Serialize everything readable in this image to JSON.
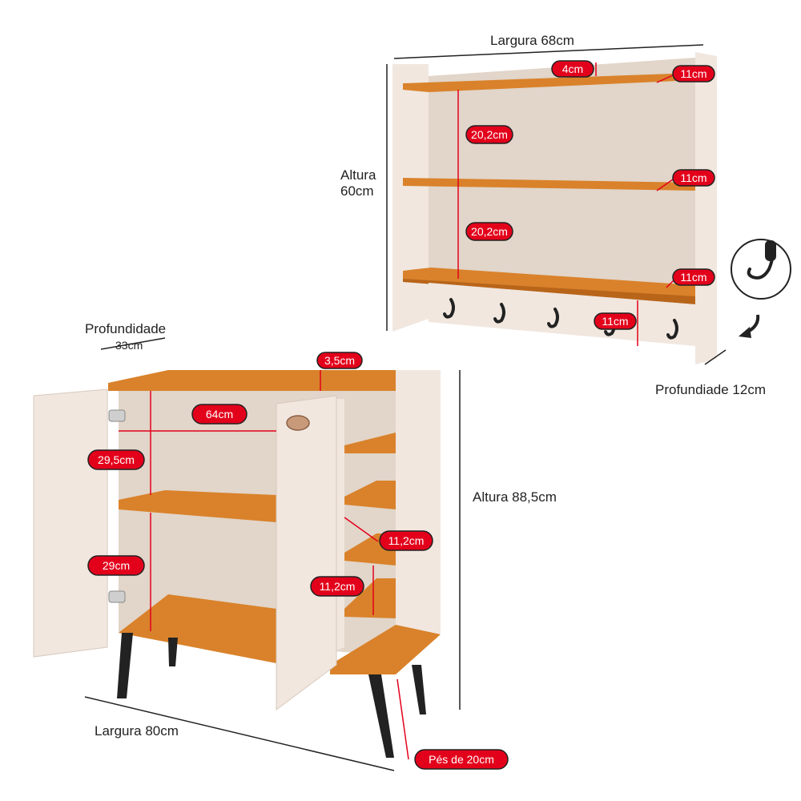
{
  "colors": {
    "cream": "#f1e7df",
    "cream_dark": "#e2d5c9",
    "wood": "#d9822b",
    "wood_dark": "#b8651a",
    "leg": "#222222",
    "badge": "#e3001b",
    "line": "#e3001b",
    "dim_line": "#222222"
  },
  "shelf": {
    "width": "Largura 68cm",
    "height_line1": "Altura",
    "height_line2": "60cm",
    "depth": "Profundiade 12cm",
    "badges": {
      "top_lip": "4cm",
      "depth_1": "11cm",
      "depth_2": "11cm",
      "depth_3": "11cm",
      "hook_rail": "11cm",
      "gap_1": "20,2cm",
      "gap_2": "20,2cm"
    },
    "hook_icon": "wall-hook-icon",
    "arrow_icon": "curved-arrow-icon"
  },
  "cabinet": {
    "depth_line1": "Profundidade",
    "depth_line2": "33cm",
    "height": "Altura 88,5cm",
    "width": "Largura 80cm",
    "badges": {
      "top": "3,5cm",
      "inner_width": "64cm",
      "upper_gap": "29,5cm",
      "lower_gap": "29cm",
      "shoe_gap_1": "11,2cm",
      "shoe_gap_2": "11,2cm",
      "legs": "Pés de 20cm"
    }
  }
}
